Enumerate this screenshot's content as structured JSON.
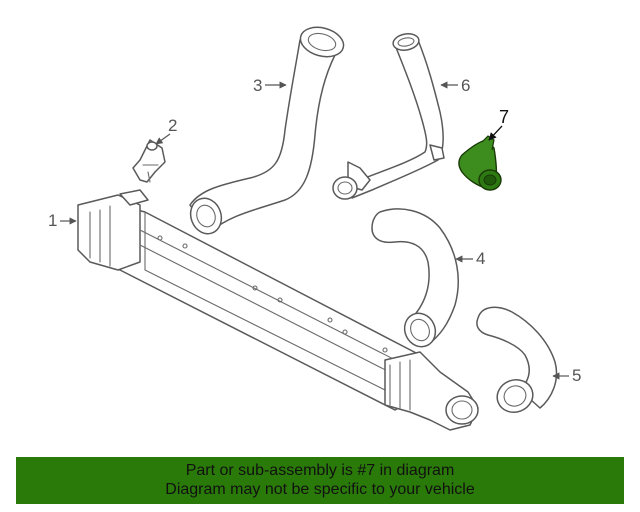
{
  "diagram": {
    "callouts": [
      {
        "id": "1",
        "label": "1"
      },
      {
        "id": "2",
        "label": "2"
      },
      {
        "id": "3",
        "label": "3"
      },
      {
        "id": "4",
        "label": "4"
      },
      {
        "id": "5",
        "label": "5"
      },
      {
        "id": "6",
        "label": "6"
      },
      {
        "id": "7",
        "label": "7"
      }
    ],
    "highlight_part": "7",
    "highlight_color": "#3c8c1e",
    "line_color": "#5a5a5a"
  },
  "banner": {
    "line1": "Part or sub-assembly is #7 in diagram",
    "line2": "Diagram may not be specific to your vehicle",
    "background": "#2a7a0a"
  }
}
